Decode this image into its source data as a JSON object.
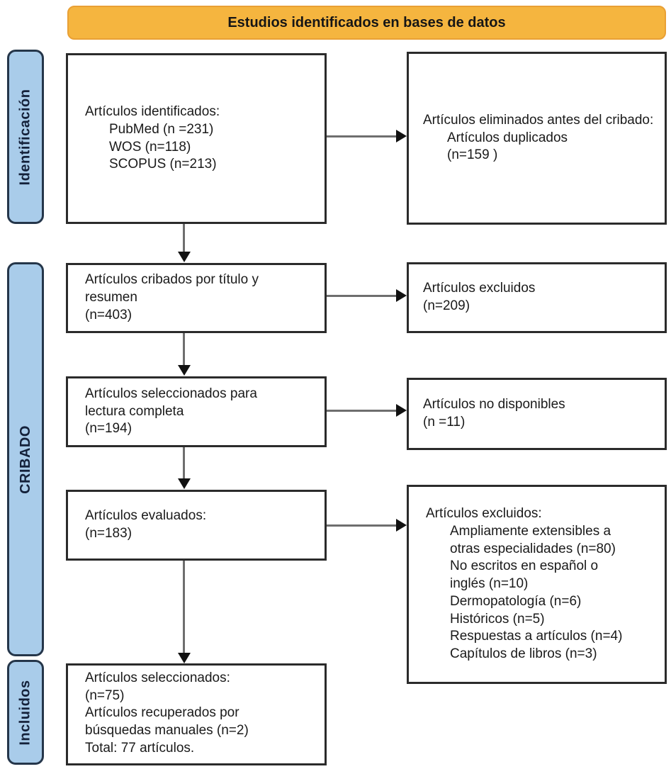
{
  "header": {
    "label": "Estudios identificados en bases de datos"
  },
  "sidebar": {
    "identification_label": "Identificación",
    "screening_label": "CRIBADO",
    "included_label": "Incluidos"
  },
  "boxes": {
    "identified": {
      "title": "Artículos identificados:",
      "items": [
        "PubMed (n =231)",
        "WOS (n=118)",
        "SCOPUS (n=213)"
      ]
    },
    "removed_before_screening": {
      "title": "Artículos eliminados antes del cribado:",
      "items": [
        "Artículos duplicados",
        "(n=159 )"
      ]
    },
    "screened": {
      "title": "Artículos cribados por título y resumen",
      "count": "(n=403)"
    },
    "excluded_screening": {
      "title": "Artículos excluidos",
      "count": "(n=209)"
    },
    "selected_full_text": {
      "title": "Artículos seleccionados para lectura completa",
      "count": "(n=194)"
    },
    "not_available": {
      "title": "Artículos no disponibles",
      "count": "(n =11)"
    },
    "assessed": {
      "title": "Artículos evaluados:",
      "count": "(n=183)"
    },
    "excluded_assessment": {
      "title": "Artículos excluidos:",
      "items": [
        "Ampliamente extensibles a otras especialidades (n=80)",
        "No escritos en español o inglés (n=10)",
        "Dermopatología (n=6)",
        "Históricos (n=5)",
        "Respuestas a artículos (n=4)",
        "Capítulos de libros (n=3)"
      ]
    },
    "included": {
      "lines": [
        "Artículos seleccionados:",
        "(n=75)",
        "Artículos recuperados por búsquedas manuales (n=2)",
        "Total: 77 artículos."
      ]
    }
  },
  "colors": {
    "header_fill": "#F5B53F",
    "header_border": "#E9A035",
    "stage_fill": "#A9CCEA",
    "stage_border": "#25364A",
    "box_border": "#2B2B2B",
    "arrow_line": "#6E6E6E",
    "arrow_head": "#111111"
  }
}
